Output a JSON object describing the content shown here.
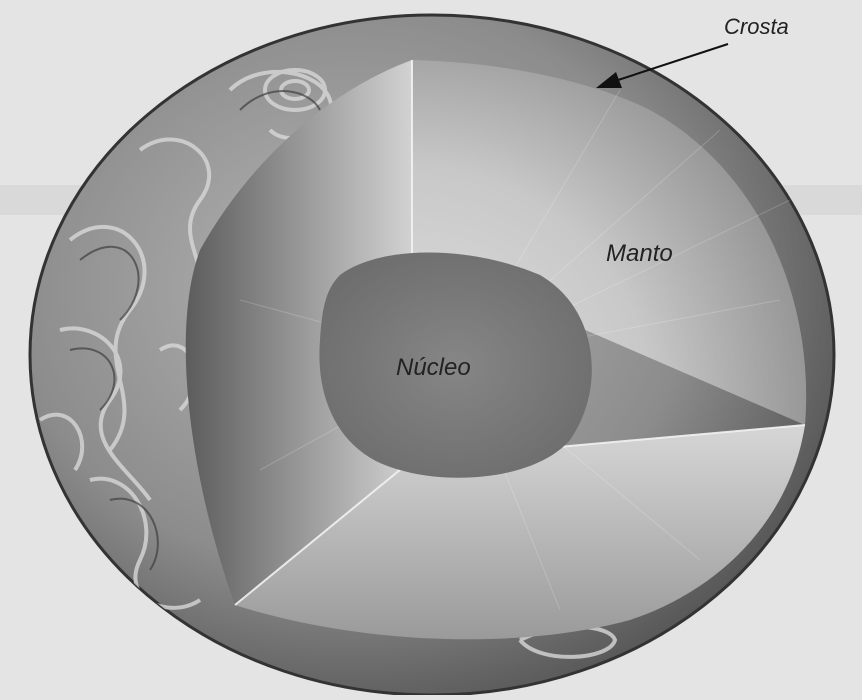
{
  "diagram": {
    "labels": {
      "crust": "Crosta",
      "mantle": "Manto",
      "core": "Núcleo"
    },
    "colors": {
      "background": "#e4e4e4",
      "crust_surface": "#8f8f8f",
      "mantle_light": "#d0d0d0",
      "mantle_dark": "#7a7a7a",
      "core": "#7d7d7d"
    }
  }
}
